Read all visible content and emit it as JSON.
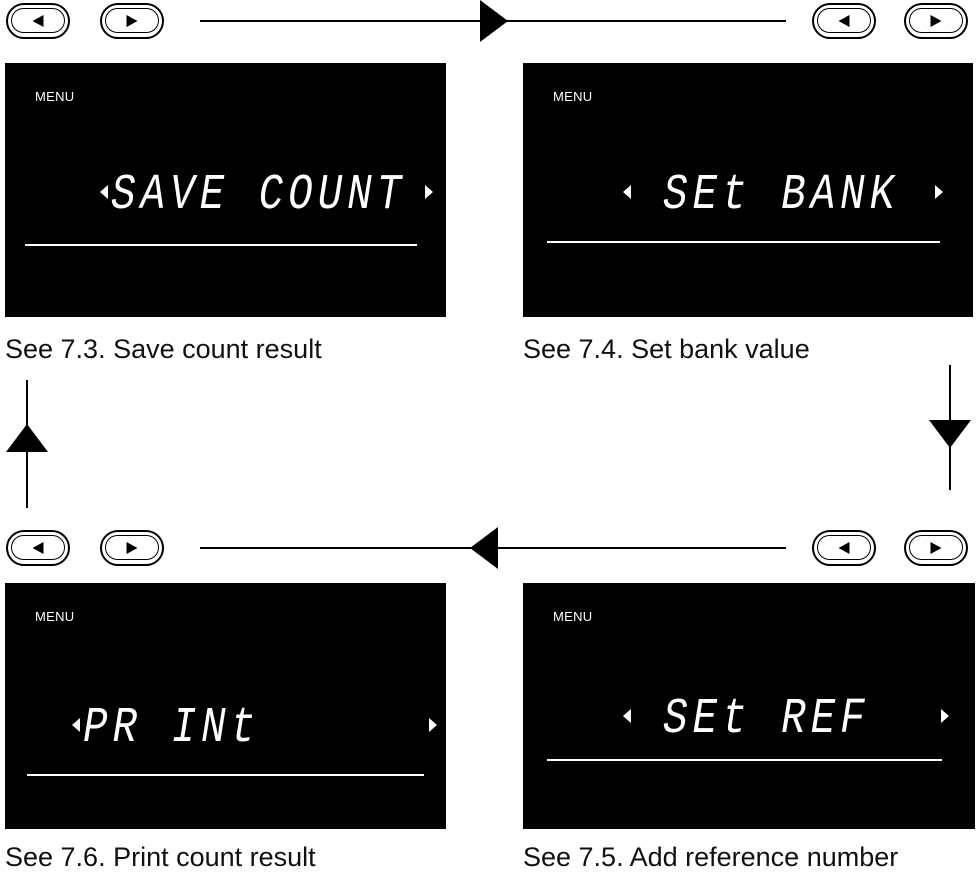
{
  "panels": {
    "save_count": {
      "menu_label": "MENU",
      "lcd_text": "SAVE COUNT",
      "caption": "See 7.3. Save count result"
    },
    "set_bank": {
      "menu_label": "MENU",
      "lcd_text": "SEt BANK",
      "caption": "See 7.4. Set bank value"
    },
    "print": {
      "menu_label": "MENU",
      "lcd_text": "PR INt",
      "caption": "See 7.6. Print count result"
    },
    "set_ref": {
      "menu_label": "MENU",
      "lcd_text": "SEt REF",
      "caption": "See 7.5. Add reference number"
    }
  },
  "icons": {
    "left_button": "left-arrow-button-icon",
    "right_button": "right-arrow-button-icon",
    "flow_arrow": "flow-arrow-icon"
  },
  "colors": {
    "screen": "#000000",
    "lcd_text": "#ffffff",
    "lines": "#000000"
  }
}
